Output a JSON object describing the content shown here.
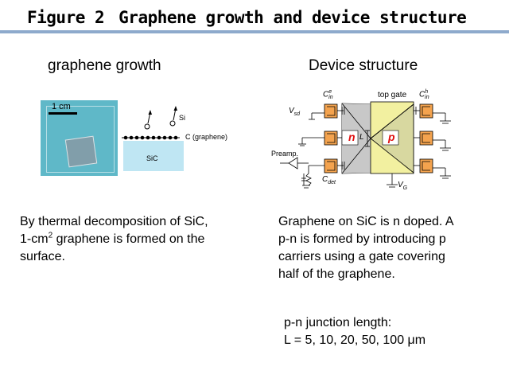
{
  "header": {
    "figure_label": "Figure 2",
    "title": "Graphene growth and device structure",
    "rule_color": "#8eaacc"
  },
  "left": {
    "heading": "graphene growth",
    "photo": {
      "scale_label": "1 cm",
      "color": "#5fb8c8"
    },
    "schematic": {
      "si_label": "Si",
      "graphene_label": "C (graphene)",
      "substrate_label": "SiC",
      "substrate_color": "#bfe6f3"
    },
    "description": {
      "line1": "By thermal decomposition of SiC,",
      "line2_pre": "1-cm",
      "line2_sup": "2",
      "line2_post": " graphene is formed on the",
      "line3": "surface."
    }
  },
  "right": {
    "heading": "Device structure",
    "device": {
      "top_gate_label": "top gate",
      "n_label": "n",
      "p_label": "p",
      "length_label": "L",
      "vsd_label": "V",
      "vsd_sub": "sd",
      "vg_label": "V",
      "vg_sub": "G",
      "preamp_label": "Preamp.",
      "cin_e_label": "C",
      "cin_e_sup": "e",
      "cin_e_sub": "in",
      "cin_h_label": "C",
      "cin_h_sup": "h",
      "cin_h_sub": "in",
      "cdet_label": "C",
      "cdet_sub": "det",
      "gate_color": "#f2f0a0",
      "pad_color": "#f4a34e",
      "label_color": "#e01010"
    },
    "description": {
      "line1": "Graphene on SiC is n doped. A",
      "line2": "p-n is formed by introducing p",
      "line3": "carriers using a gate covering",
      "line4": "half of the graphene."
    },
    "junction": {
      "line1": "p-n junction length:",
      "line2": "L = 5, 10, 20, 50, 100 μm"
    }
  }
}
